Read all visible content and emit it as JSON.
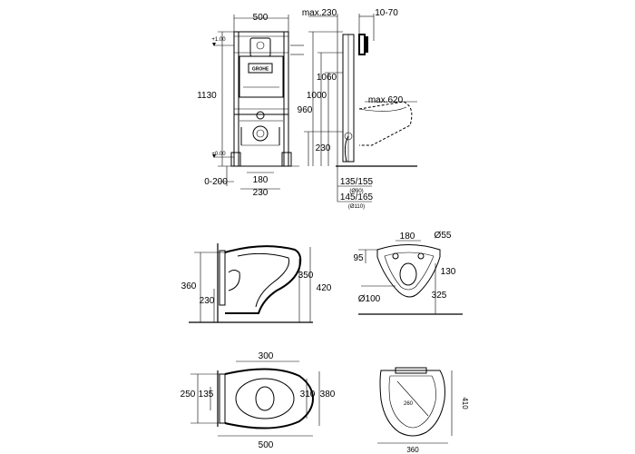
{
  "front_view": {
    "brand": "GROHE",
    "dims": {
      "width_top": "500",
      "height_total": "1130",
      "level_top": "+1.00",
      "level_bottom": "+0.00",
      "adjust_range": "0-200",
      "spacing_180": "180",
      "spacing_230": "230"
    }
  },
  "side_view": {
    "dims": {
      "max_230": "max.230",
      "range_10_70": "10-70",
      "h_1060": "1060",
      "h_1000": "1000",
      "h_960": "960",
      "h_230": "230",
      "max_620": "max.620",
      "pipe_135_155": "135/155",
      "pipe_dia_90": "(Ø90)",
      "pipe_145_165": "145/165",
      "pipe_dia_110": "(Ø110)"
    }
  },
  "bowl_side": {
    "dims": {
      "h_360": "360",
      "h_230": "230",
      "h_350": "350",
      "h_420": "420"
    }
  },
  "bowl_back": {
    "dims": {
      "w_180": "180",
      "dia_55": "Ø55",
      "h_95": "95",
      "h_130": "130",
      "dia_100": "Ø100",
      "h_325": "325"
    }
  },
  "bowl_top": {
    "dims": {
      "w_300": "300",
      "w_500": "500",
      "h_250": "250",
      "h_135": "135",
      "h_310": "310",
      "h_380": "380"
    }
  },
  "seat_top": {
    "dims": {
      "dia_260": "260",
      "h_410": "410",
      "w_360": "360"
    }
  }
}
